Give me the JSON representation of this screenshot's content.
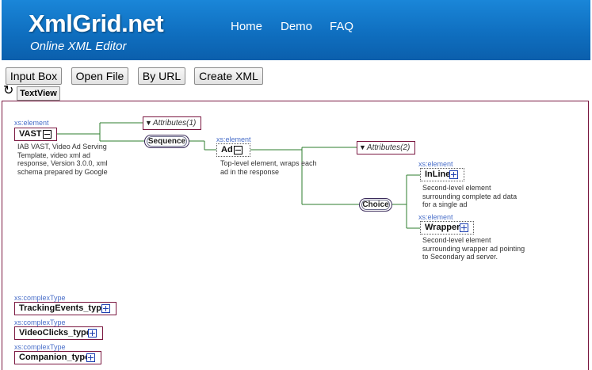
{
  "header": {
    "logo": "XmlGrid.net",
    "tagline": "Online XML Editor",
    "nav": [
      "Home",
      "Demo",
      "FAQ"
    ]
  },
  "toolbar": {
    "buttons": [
      "Input Box",
      "Open File",
      "By URL",
      "Create XML"
    ],
    "textview": "TextView",
    "refresh_icon": "↻"
  },
  "tree": {
    "vast": {
      "kind": "xs:element",
      "name": "VAST",
      "desc": [
        "IAB VAST, Video Ad Serving",
        "Template, video xml ad",
        "response, Version 3.0.0, xml",
        "schema prepared by Google"
      ],
      "attributes": "Attributes(1)",
      "sequence": "Sequence"
    },
    "ad": {
      "kind": "xs:element",
      "name": "Ad",
      "desc": [
        "Top-level element, wraps each",
        "ad in the response"
      ],
      "attributes": "Attributes(2)",
      "choice": "Choice"
    },
    "inline": {
      "kind": "xs:element",
      "name": "InLine",
      "desc": [
        "Second-level element",
        "surrounding complete ad data",
        "for a single ad"
      ]
    },
    "wrapper": {
      "kind": "xs:element",
      "name": "Wrapper",
      "desc": [
        "Second-level element",
        "surrounding wrapper ad pointing",
        "to Secondary ad server."
      ]
    },
    "types": [
      {
        "kind": "xs:complexType",
        "name": "TrackingEvents_type"
      },
      {
        "kind": "xs:complexType",
        "name": "VideoClicks_type"
      },
      {
        "kind": "xs:complexType",
        "name": "Companion_type"
      }
    ]
  },
  "colors": {
    "header": "#1176c9",
    "connector": "#2e7d2e",
    "element_border": "#7a1740",
    "xs_label": "#4a6fc9"
  }
}
